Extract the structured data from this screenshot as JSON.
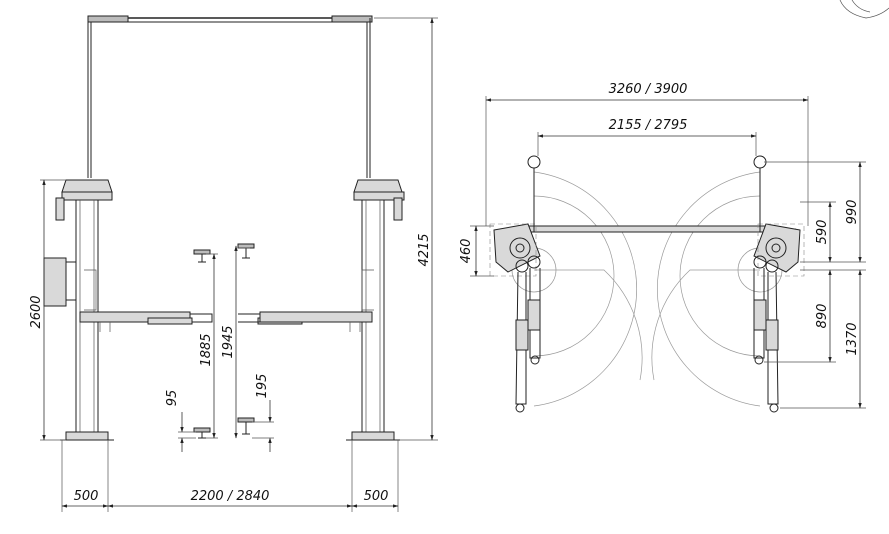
{
  "front_view": {
    "dims": {
      "height_total": "4215",
      "height_column": "2600",
      "lift_height_a": "1885",
      "lift_height_b": "1945",
      "min_height_a": "95",
      "min_height_b": "195",
      "base_left": "500",
      "between_columns": "2200 / 2840",
      "base_right": "500"
    }
  },
  "top_view": {
    "dims": {
      "overall_width": "3260 / 3900",
      "inner_width": "2155 / 2795",
      "arm_reach_max": "990",
      "arm_offset_a": "590",
      "column_depth": "460",
      "arm_reach_min": "890",
      "arm_reach_total": "1370"
    }
  }
}
